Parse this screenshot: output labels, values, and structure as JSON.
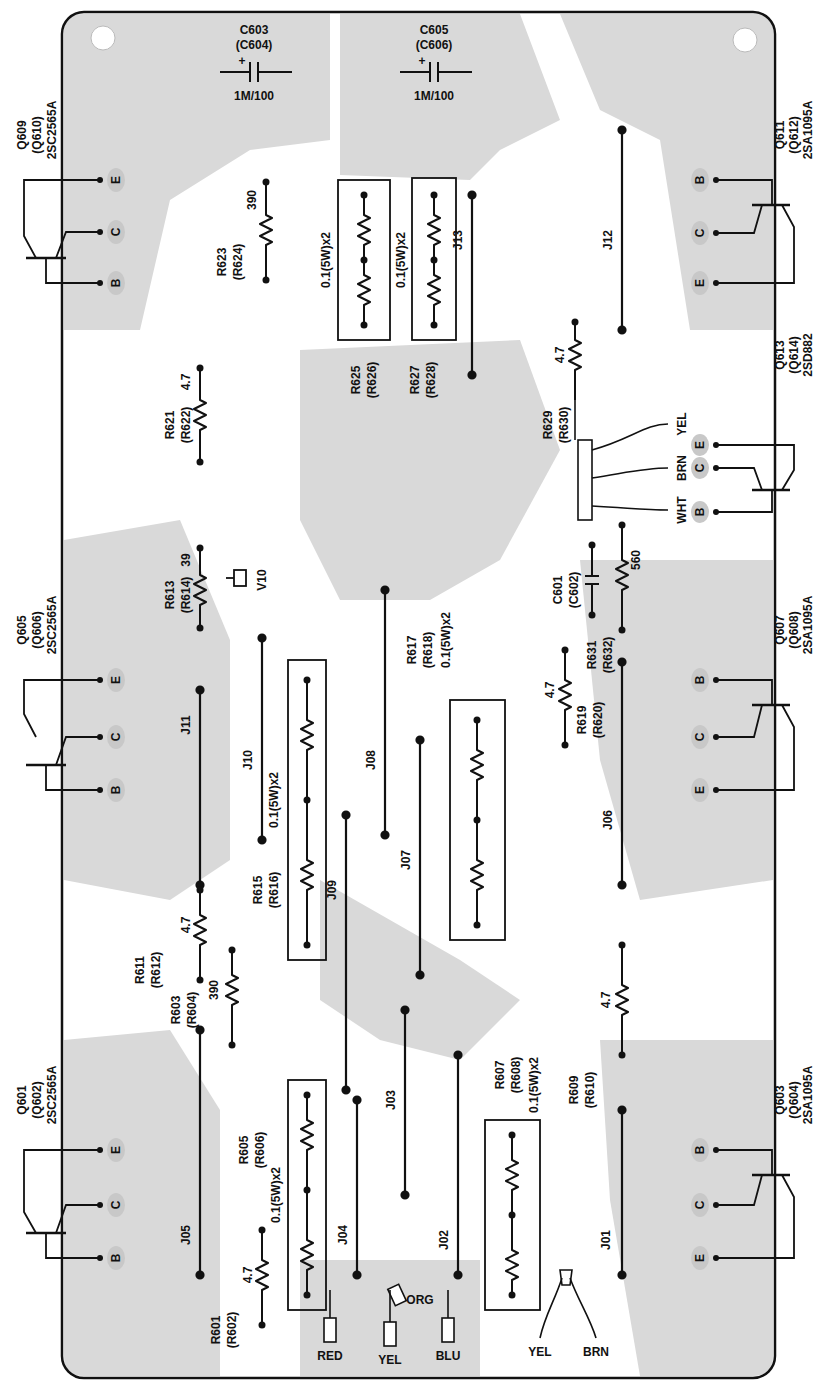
{
  "diagram": {
    "labels": [
      "C603",
      "(C604)",
      "+",
      "1M/100",
      "C605",
      "(C606)",
      "+",
      "1M/100",
      "Q609",
      "(Q610)",
      "2SC2565A",
      "E",
      "C",
      "B",
      "390",
      "R623",
      "(R624)",
      "0.1(5W)x2",
      "R625",
      "(R626)",
      "0.1(5W)x2",
      "R627",
      "(R628)",
      "J13",
      "J12",
      "Q611",
      "(Q612)",
      "2SA1095A",
      "B",
      "C",
      "E",
      "4.7",
      "R629",
      "(R630)",
      "Q613",
      "(Q614)",
      "2SD882",
      "YEL",
      "E",
      "BRN",
      "C",
      "WHT",
      "B",
      "C601",
      "(C602)",
      "560",
      "R631",
      "(R632)",
      "R621",
      "(R622)",
      "4.7",
      "R613",
      "(R614)",
      "39",
      "V10",
      "Q605",
      "(Q606)",
      "2SC2565A",
      "E",
      "C",
      "B",
      "J11",
      "J10",
      "0.1(5W)x2",
      "R615",
      "(R616)",
      "J09",
      "J08",
      "J07",
      "R617",
      "(R618)",
      "0.1(5W)x2",
      "R619",
      "(R620)",
      "4.7",
      "J06",
      "Q607",
      "(Q608)",
      "2SA1095A",
      "B",
      "C",
      "E",
      "R611",
      "(R612)",
      "4.7",
      "R603",
      "(R604)",
      "390",
      "Q601",
      "(Q602)",
      "2SC2565A",
      "E",
      "C",
      "B",
      "J05",
      "R605",
      "(R606)",
      "0.1(5W)x2",
      "J04",
      "J03",
      "J02",
      "R607",
      "(R608)",
      "0.1(5W)x2",
      "R609",
      "(R610)",
      "4.7",
      "J01",
      "Q603",
      "(Q604)",
      "2SA1095A",
      "B",
      "C",
      "E",
      "R601",
      "(R602)",
      "4.7",
      "RED",
      "YEL",
      "BLU",
      "ORG",
      "YEL",
      "BRN"
    ]
  }
}
